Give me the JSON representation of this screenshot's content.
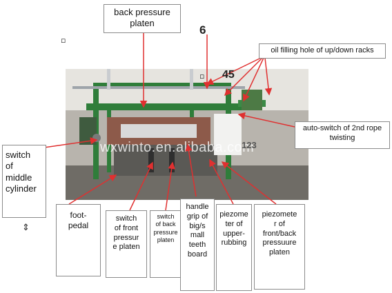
{
  "labels": {
    "back_pressure_platen": "back pressure\nplaten",
    "oil_filling_hole": "oil filling hole of up/down racks",
    "auto_switch": "auto-switch of 2nd rope\ntwisting",
    "switch_middle_cylinder": "switch\nof\nmiddle\ncylinder",
    "foot_pedal": "foot-\npedal",
    "switch_front_pressure_platen": "switch\nof front\npressur\ne platen",
    "switch_back_pressure_platen": "switch\nof back\npressure\nplaten",
    "handle_grip": "handle\ngrip of\nbig/s\nmall\nteeth\nboard",
    "piezometer_upper_rubbing": "piezome\nter of\nupper-\nrubbing",
    "piezometer_front_back": "piezomete\nr of\nfront/back\npressuure\nplaten"
  },
  "numbers": {
    "n6": "6",
    "n45": "45",
    "n123": "123"
  },
  "watermark": "wxwinto.en.alibaba.com",
  "colors": {
    "arrow": "#e03030",
    "frame": "#2f7d3a",
    "border": "#8a8a8a"
  },
  "icons": {
    "small_square": "small-square-icon",
    "up_down": "up-down-arrow-icon"
  }
}
